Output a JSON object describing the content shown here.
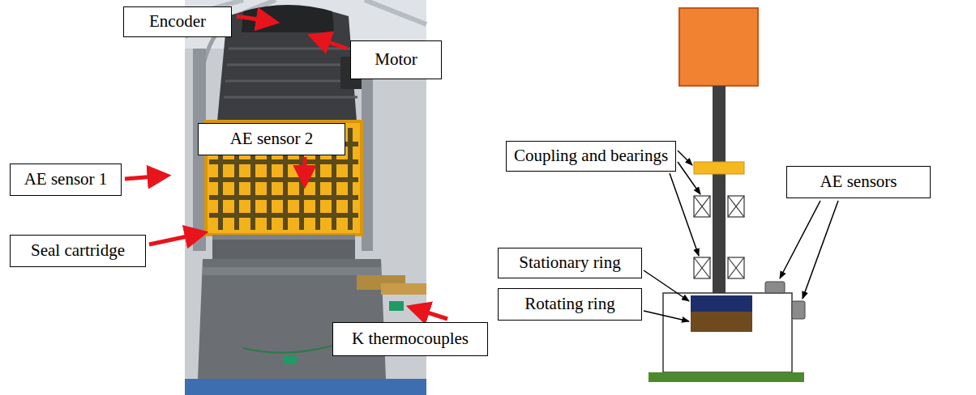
{
  "diagram": {
    "nodes": [
      {
        "text": [
          "Encoder"
        ]
      },
      {
        "text": [
          "Motor"
        ]
      },
      {
        "text": [
          "Coupling and bearings"
        ]
      },
      {
        "text": [
          "AE sensor 2"
        ]
      },
      {
        "text": [
          "AE sensors"
        ]
      },
      {
        "text": [
          "AE sensor 1"
        ]
      },
      {
        "text": [
          "Seal cartridge"
        ]
      },
      {
        "text": [
          "Stationary ring"
        ]
      },
      {
        "text": [
          "Rotating ring"
        ]
      },
      {
        "text": [
          "K thermocouples"
        ]
      }
    ]
  }
}
